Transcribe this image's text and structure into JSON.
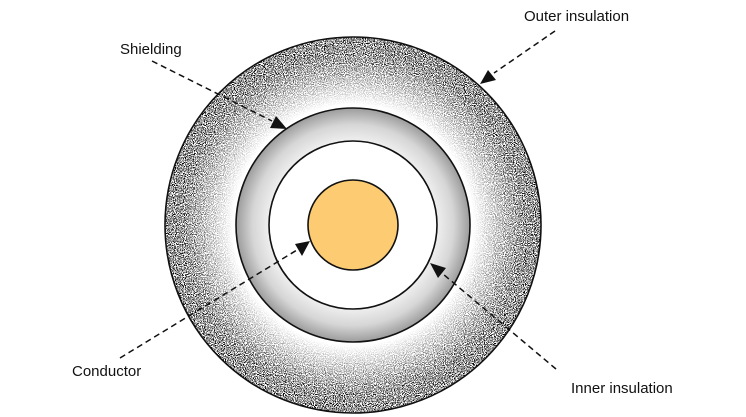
{
  "labels": {
    "outer_insulation": "Outer insulation",
    "shielding": "Shielding",
    "conductor": "Conductor",
    "inner_insulation": "Inner insulation"
  },
  "colors": {
    "conductor_fill": "#FDCB72",
    "shield_light": "#f1f1f1",
    "shield_dark": "#9a9a9a",
    "outline": "#111111",
    "insulation_fill": "#ffffff",
    "stipple": "#111111"
  }
}
